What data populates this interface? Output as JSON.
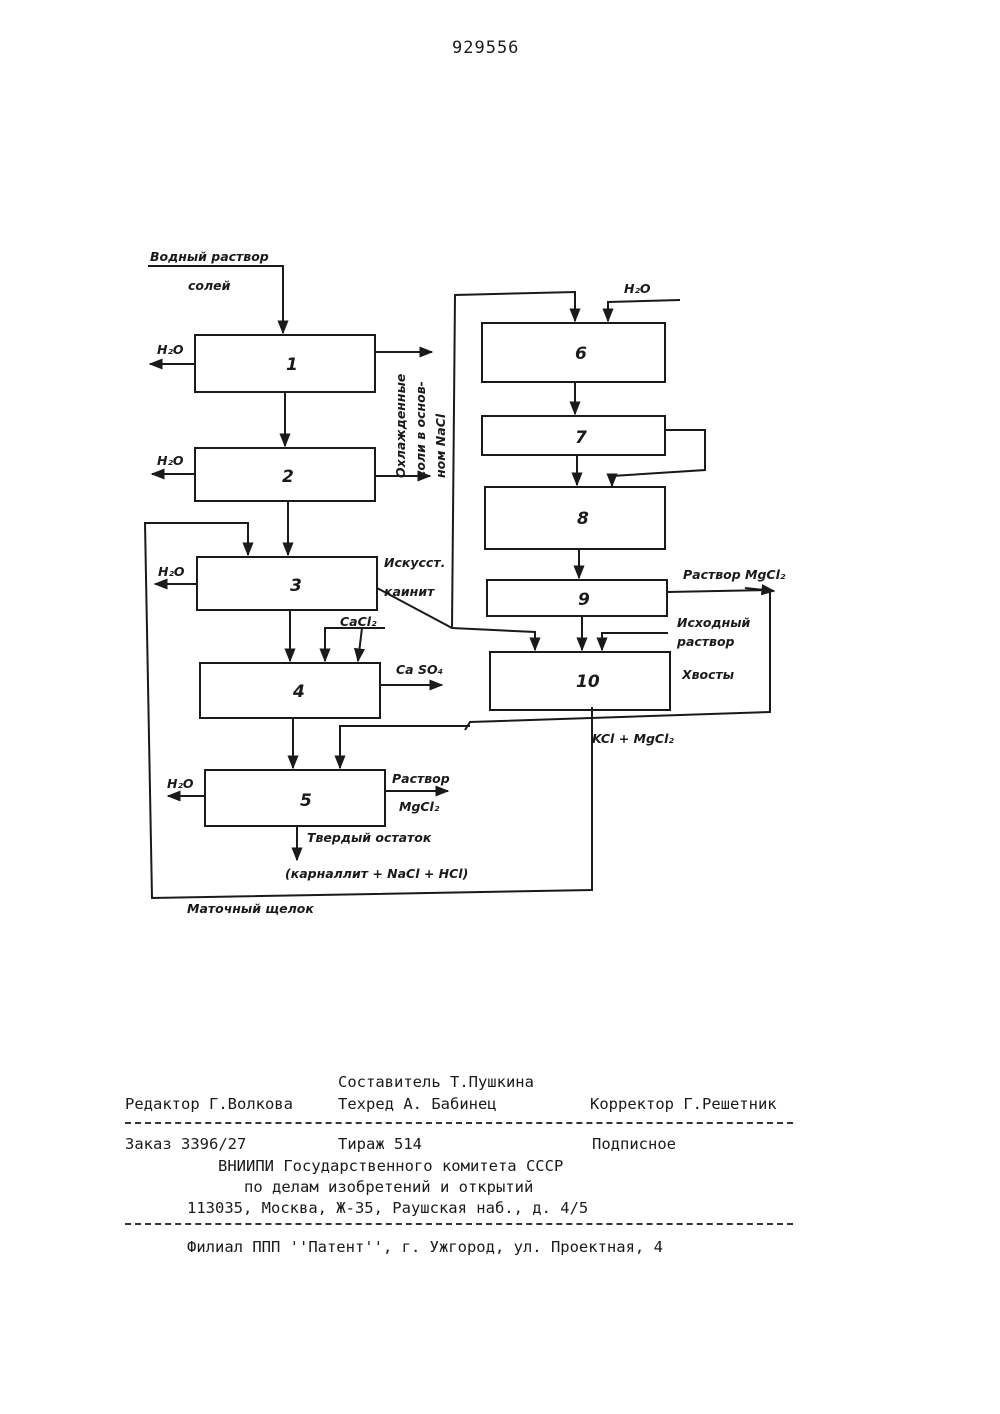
{
  "patent_number": "929556",
  "blocks": [
    "1",
    "2",
    "3",
    "4",
    "5",
    "6",
    "7",
    "8",
    "9",
    "10"
  ],
  "labels": {
    "feed_line1": "Водный раствор",
    "feed_line2": "солей",
    "water": "H₂O",
    "cooled_line1": "Охлажденные",
    "cooled_line2": "соли в основ-",
    "cooled_line3": "ном NaCl",
    "art_kainite_line1": "Искусст.",
    "art_kainite_line2": "каинит",
    "cacl2": "CaCl₂",
    "caso4": "Ca SO₄",
    "solution_mgcl2_line1": "Раствор",
    "solution_mgcl2_line2": "MgCl₂",
    "solid_residue": "Твердый остаток",
    "carnallite": "(карналлит + NaCl + HCl)",
    "mother_liquor": "Маточный щелок",
    "solution_mgcl2_9": "Раствор MgCl₂",
    "initial_solution_line1": "Исходный",
    "initial_solution_line2": "раствор",
    "tails": "Хвосты",
    "kcl_mgcl2": "KCl + MgCl₂"
  },
  "colophon": {
    "compiler": "Составитель Т.Пушкина",
    "editor": "Редактор Г.Волкова",
    "techred": "Техред А. Бабинец",
    "corrector": "Корректор Г.Решетник",
    "order": "Заказ 3396/27",
    "circulation": "Тираж 514",
    "subscription": "Подписное",
    "org_line1": "ВНИИПИ Государственного комитета СССР",
    "org_line2": "по делам изобретений и открытий",
    "address": "113035, Москва, Ж-35, Раушская наб., д. 4/5",
    "branch": "Филиал ППП ''Патент'', г. Ужгород, ул. Проектная, 4"
  }
}
